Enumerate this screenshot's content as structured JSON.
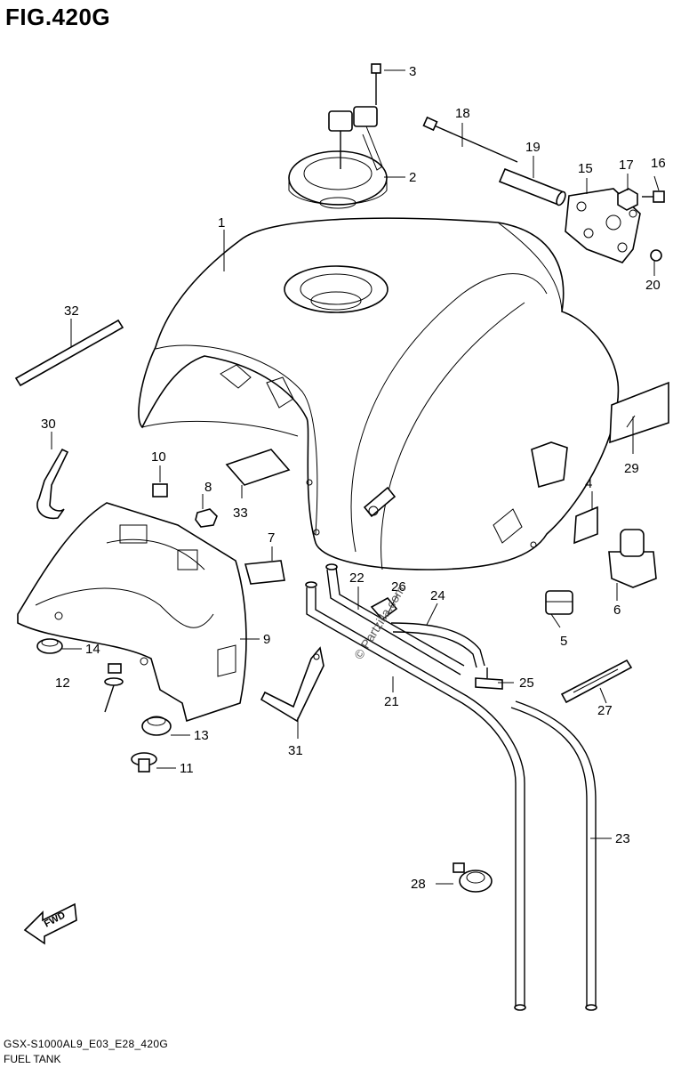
{
  "figure": {
    "title": "FIG.420G",
    "model_code": "GSX-S1000AL9_E03_E28_420G",
    "section_name": "FUEL TANK",
    "watermark": "© Partzilla.com",
    "direction_label": "FWD"
  },
  "callouts": [
    "1",
    "2",
    "3",
    "4",
    "5",
    "6",
    "7",
    "8",
    "9",
    "10",
    "11",
    "12",
    "13",
    "14",
    "15",
    "16",
    "17",
    "18",
    "19",
    "20",
    "21",
    "22",
    "23",
    "24",
    "25",
    "26",
    "27",
    "28",
    "29",
    "30",
    "31",
    "32",
    "33"
  ]
}
